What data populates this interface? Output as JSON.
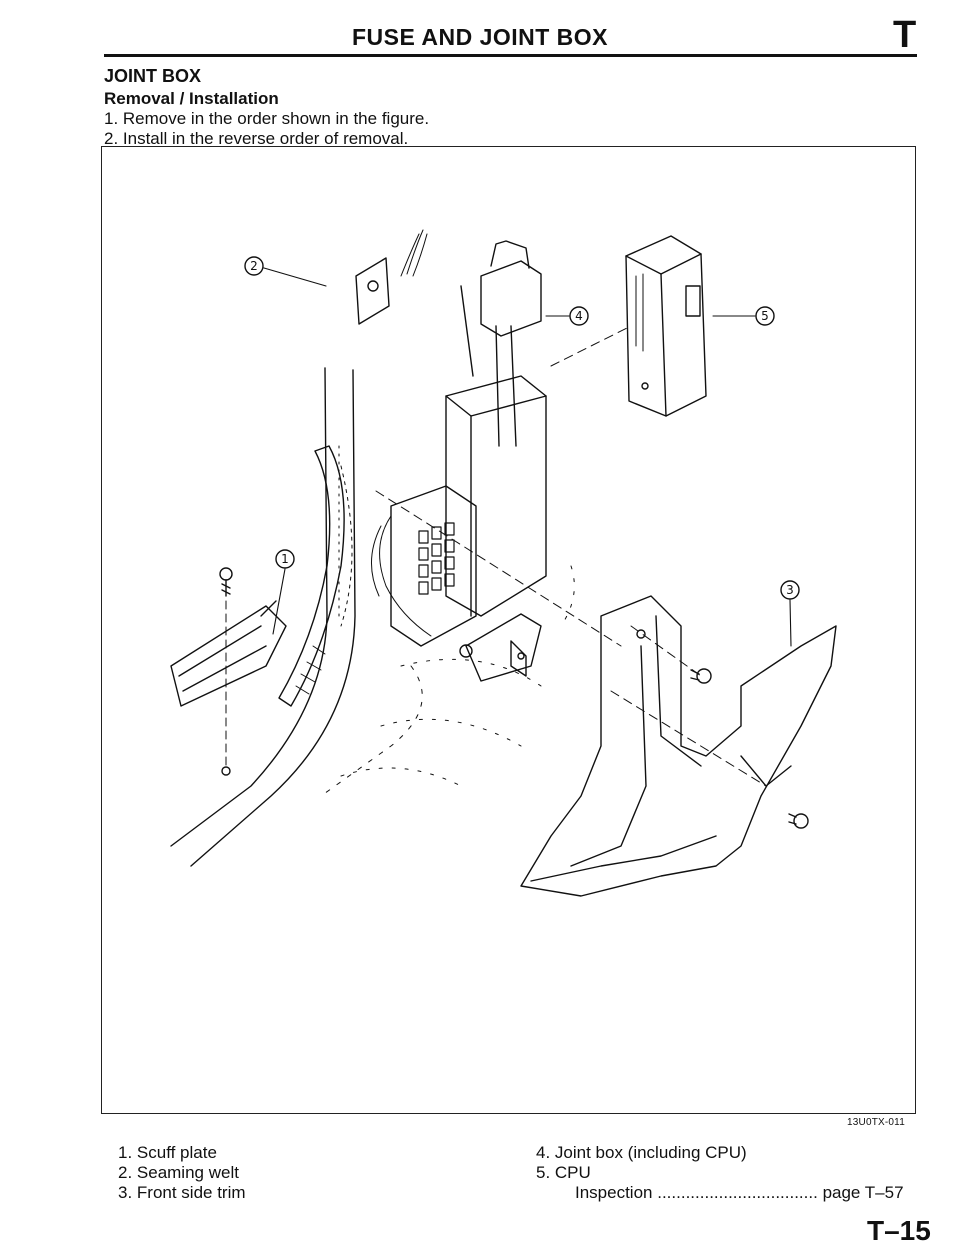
{
  "header": {
    "title": "FUSE AND JOINT BOX",
    "section_letter": "T"
  },
  "section": {
    "title": "JOINT BOX",
    "subtitle": "Removal / Installation"
  },
  "steps": [
    "1. Remove in the order shown in the figure.",
    "2. Install in the reverse order of removal."
  ],
  "figure": {
    "code": "13U0TX-011",
    "callouts": [
      "1",
      "2",
      "3",
      "4",
      "5"
    ]
  },
  "parts": {
    "left": [
      "1. Scuff plate",
      "2. Seaming welt",
      "3. Front side trim"
    ],
    "right": [
      "4. Joint box (including CPU)",
      "5. CPU"
    ],
    "reference": {
      "label": "Inspection",
      "leader": "..................................",
      "page": "page T–57"
    }
  },
  "page_number": "T–15"
}
